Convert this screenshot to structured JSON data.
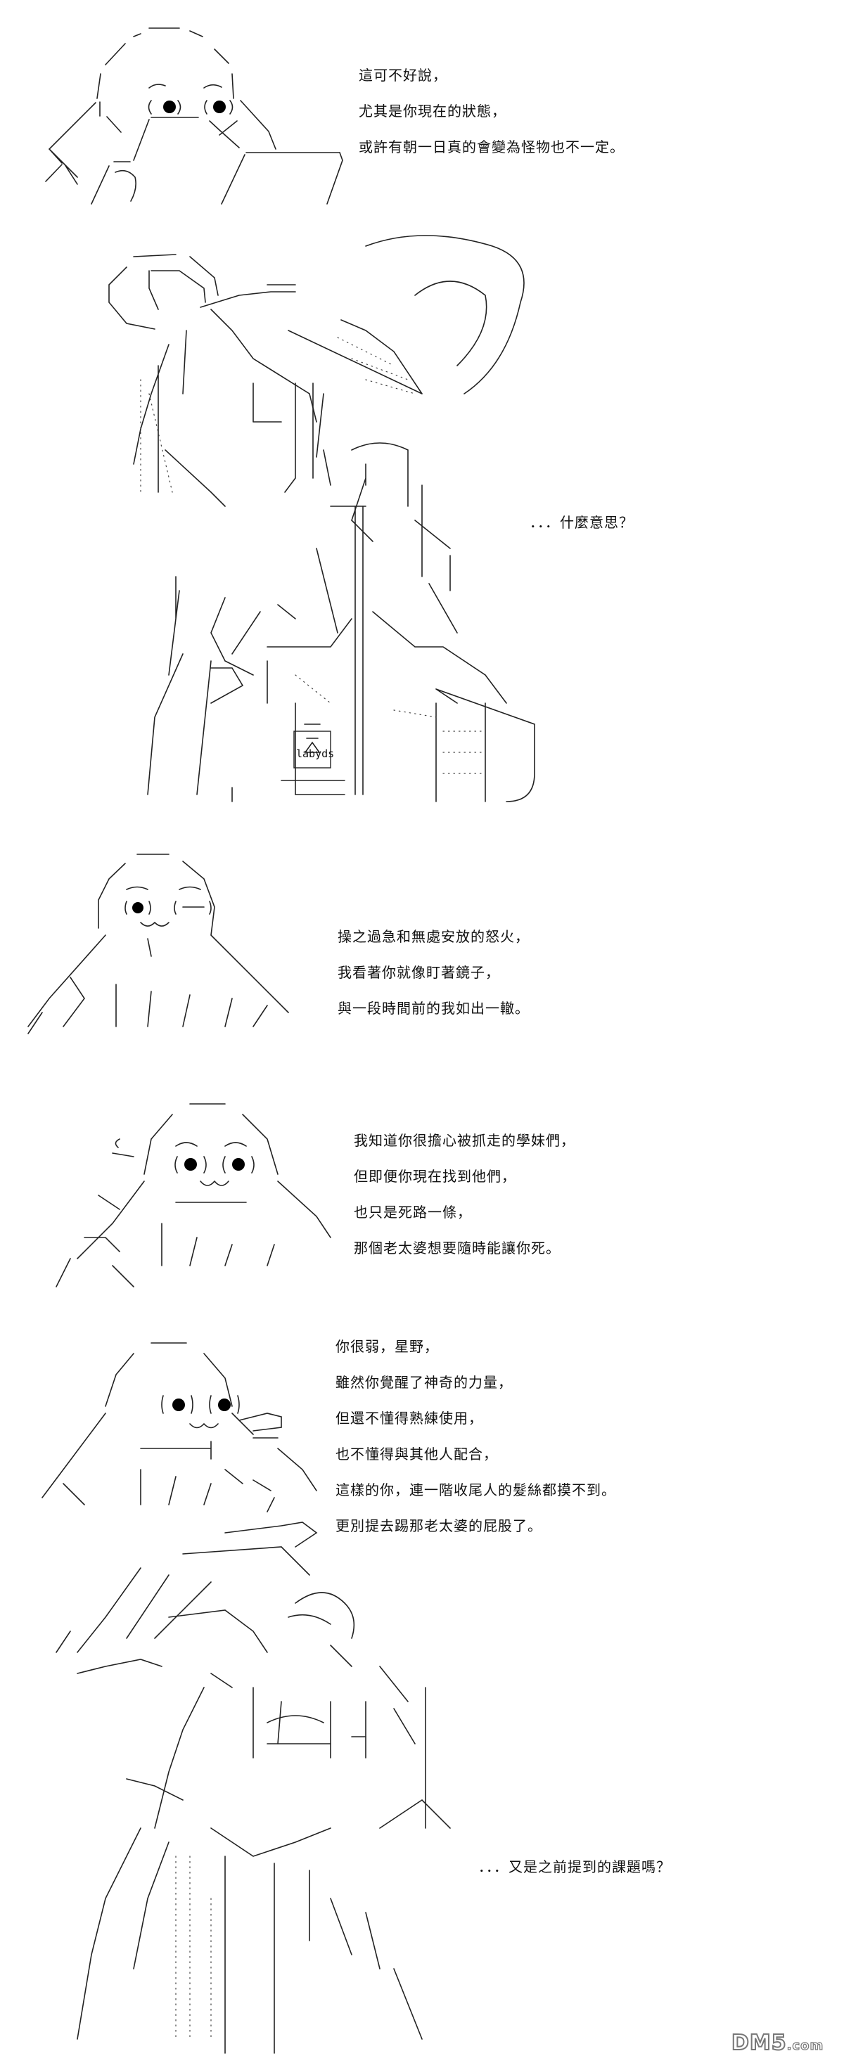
{
  "panels": [
    {
      "lines": [
        "這可不好說，",
        "尤其是你現在的狀態，",
        "或許有朝一日真的會變為怪物也不一定。"
      ]
    },
    {
      "lines": [
        "．．．什麼意思？"
      ]
    },
    {
      "lines": [
        "操之過急和無處安放的怒火，",
        "我看著你就像盯著鏡子，",
        "與一段時間前的我如出一轍。"
      ]
    },
    {
      "lines": [
        "我知道你很擔心被抓走的學妹們，",
        "但即便你現在找到他們，",
        "也只是死路一條，",
        "那個老太婆想要隨時能讓你死。"
      ]
    },
    {
      "lines": [
        "你很弱，星野，",
        "雖然你覺醒了神奇的力量，",
        "但還不懂得熟練使用，",
        "也不懂得與其他人配合，",
        "這樣的你，連一階收尾人的髮絲都摸不到。",
        "更別提去踢那老太婆的屁股了。"
      ]
    },
    {
      "lines": [
        "．．．又是之前提到的課題嗎？"
      ]
    }
  ],
  "art_labels": {
    "bag_label": "labyds"
  },
  "watermark": {
    "main": "DM5",
    "suffix": ".com"
  }
}
